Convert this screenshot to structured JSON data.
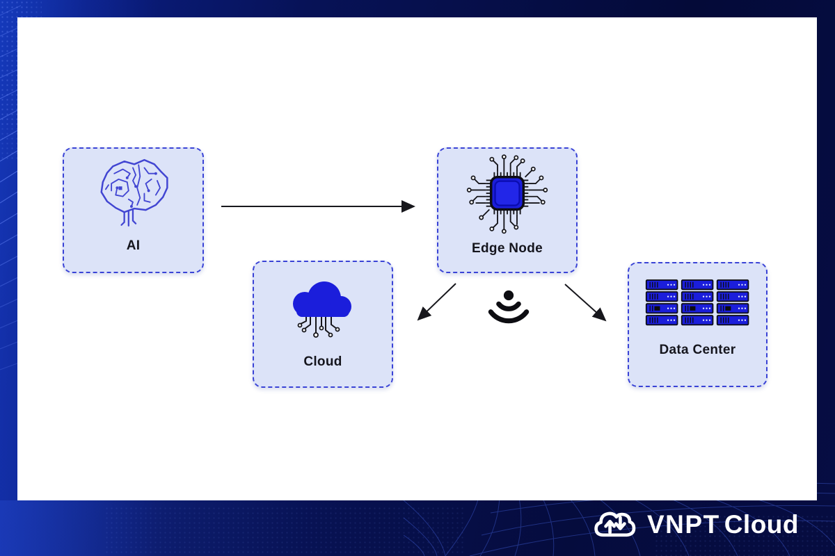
{
  "brand": {
    "name": "VNPT Cloud",
    "wordmark_primary": "VNPT",
    "wordmark_secondary": "Cloud",
    "logo_icon": "cloud-transfer-icon"
  },
  "colors": {
    "background_dark": "#040a38",
    "background_accent": "#0d2fa0",
    "card": "#ffffff",
    "node_fill": "#dce3f8",
    "node_border": "#3a43d6",
    "icon_blue": "#1b1edb",
    "brain_blue": "#4145d2",
    "ink": "#15151d",
    "mesh_line": "#4a6cf0",
    "logo_white": "#ffffff"
  },
  "diagram": {
    "nodes": [
      {
        "id": "ai",
        "label": "AI",
        "icon": "circuit-brain-icon"
      },
      {
        "id": "edge-node",
        "label": "Edge Node",
        "icon": "chip-icon"
      },
      {
        "id": "cloud",
        "label": "Cloud",
        "icon": "circuit-cloud-icon"
      },
      {
        "id": "data-center",
        "label": "Data Center",
        "icon": "server-rack-icon"
      }
    ],
    "connections": [
      {
        "from": "ai",
        "to": "edge-node",
        "style": "straight-arrow"
      },
      {
        "from": "edge-node",
        "to": "cloud",
        "style": "diagonal-arrow"
      },
      {
        "from": "edge-node",
        "to": "data-center",
        "style": "diagonal-arrow"
      }
    ],
    "wireless_icon": "wifi-signal-icon"
  }
}
